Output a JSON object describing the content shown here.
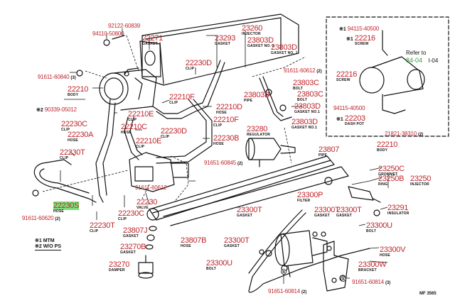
{
  "diagram": {
    "title": "Fuel Injection / Throttle Body Parts Diagram",
    "code": "MF 3565",
    "legend": {
      "note1": "※1 MTM",
      "note2": "※2 W/O PS"
    },
    "inset": {
      "refer_to_label": "Refer to",
      "refer_link": "84-04",
      "refer_suffix": "I-04"
    },
    "parts": [
      {
        "id": "p_92122_60839",
        "number": "92122-60839",
        "name": "",
        "qty": ""
      },
      {
        "id": "p_94110_50800",
        "number": "94110-50800",
        "name": "",
        "qty": ""
      },
      {
        "id": "p_22271",
        "number": "22271",
        "name": "GASKET",
        "qty": ""
      },
      {
        "id": "p_23293",
        "number": "23293",
        "name": "GASKET",
        "qty": ""
      },
      {
        "id": "p_23260",
        "number": "23260",
        "name": "INJECTOR",
        "qty": ""
      },
      {
        "id": "p_23803D_a",
        "number": "23803D",
        "name": "GASKET No. 2",
        "qty": ""
      },
      {
        "id": "p_23803D_b",
        "number": "23803D",
        "name": "GASKET No. 1",
        "qty": ""
      },
      {
        "id": "p_91611_60840",
        "number": "91611-60840",
        "name": "",
        "qty": "(3)"
      },
      {
        "id": "p_22230D_a",
        "number": "22230D",
        "name": "CLIP",
        "qty": ""
      },
      {
        "id": "p_91611_60612_a",
        "number": "91611-60612",
        "name": "",
        "qty": "(2)"
      },
      {
        "id": "p_22210",
        "number": "22210",
        "name": "BODY",
        "qty": ""
      },
      {
        "id": "p_22210F_a",
        "number": "22210F",
        "name": "CLIP",
        "qty": ""
      },
      {
        "id": "p_23803C_a",
        "number": "23803C",
        "name": "BOLT",
        "qty": ""
      },
      {
        "id": "p_23803B",
        "number": "23803B",
        "name": "PIPE",
        "qty": ""
      },
      {
        "id": "p_23803C_b",
        "number": "23803C",
        "name": "BOLT",
        "qty": ""
      },
      {
        "id": "p_90339_05012",
        "number": "90339-05012",
        "name": "",
        "qty": "",
        "mark": "※2"
      },
      {
        "id": "p_22210D",
        "number": "22210D",
        "name": "HOSE",
        "qty": ""
      },
      {
        "id": "p_23803D_c",
        "number": "23803D",
        "name": "GASKET No.1",
        "qty": ""
      },
      {
        "id": "p_22210E_a",
        "number": "22210E",
        "name": "CLIP",
        "qty": ""
      },
      {
        "id": "p_22230C_a",
        "number": "22230C",
        "name": "CLIP",
        "qty": ""
      },
      {
        "id": "p_22210C",
        "number": "22210C",
        "name": "HOSE",
        "qty": ""
      },
      {
        "id": "p_22210F_b",
        "number": "22210F",
        "name": "CLIP",
        "qty": ""
      },
      {
        "id": "p_23803D_d",
        "number": "23803D",
        "name": "GASKET No.1",
        "qty": ""
      },
      {
        "id": "p_22230A",
        "number": "22230A",
        "name": "HOSE",
        "qty": ""
      },
      {
        "id": "p_23280",
        "number": "23280",
        "name": "REGULATOR",
        "qty": ""
      },
      {
        "id": "p_22230D_b",
        "number": "22230D",
        "name": "CLIP",
        "qty": ""
      },
      {
        "id": "p_22230B",
        "number": "22230B",
        "name": "HOSE",
        "qty": ""
      },
      {
        "id": "p_22210E_b",
        "number": "22210E",
        "name": "CLIP",
        "qty": ""
      },
      {
        "id": "p_22230T_a",
        "number": "22230T",
        "name": "CLIP",
        "qty": ""
      },
      {
        "id": "p_91651_60845",
        "number": "91651-60845",
        "name": "",
        "qty": "(2)"
      },
      {
        "id": "p_22210_b",
        "number": "22210",
        "name": "BODY",
        "qty": ""
      },
      {
        "id": "p_23807",
        "number": "23807",
        "name": "PIPE",
        "qty": ""
      },
      {
        "id": "p_23250C",
        "number": "23250C",
        "name": "GROMMET",
        "qty": ""
      },
      {
        "id": "p_23250B",
        "number": "23250B",
        "name": "RING",
        "qty": ""
      },
      {
        "id": "p_23250",
        "number": "23250",
        "name": "INJECTOR",
        "qty": ""
      },
      {
        "id": "p_91611_60612_b",
        "number": "91611-60612",
        "name": "",
        "qty": ""
      },
      {
        "id": "p_22230S",
        "number": "22230S",
        "name": "HOSE",
        "qty": "",
        "highlighted": true
      },
      {
        "id": "p_22230",
        "number": "22230",
        "name": "VALVE",
        "qty": ""
      },
      {
        "id": "p_23300P",
        "number": "23300P",
        "name": "FILTER",
        "qty": ""
      },
      {
        "id": "p_91611_60620",
        "number": "91611-60620",
        "name": "",
        "qty": "(2)"
      },
      {
        "id": "p_22230C_b",
        "number": "22230C",
        "name": "CLIP",
        "qty": ""
      },
      {
        "id": "p_23300T_a",
        "number": "23300T",
        "name": "GASKET",
        "qty": ""
      },
      {
        "id": "p_23300T_b",
        "number": "23300T",
        "name": "GASKET",
        "qty": ""
      },
      {
        "id": "p_23300T_c",
        "number": "23300T",
        "name": "GASKET",
        "qty": ""
      },
      {
        "id": "p_23291",
        "number": "23291",
        "name": "INSULATOR",
        "qty": ""
      },
      {
        "id": "p_22230T_b",
        "number": "22230T",
        "name": "CLIP",
        "qty": ""
      },
      {
        "id": "p_23807J",
        "number": "23807J",
        "name": "GASKET",
        "qty": ""
      },
      {
        "id": "p_23300U_a",
        "number": "23300U",
        "name": "BOLT",
        "qty": ""
      },
      {
        "id": "p_23807B",
        "number": "23807B",
        "name": "HOSE",
        "qty": ""
      },
      {
        "id": "p_23270B",
        "number": "23270B",
        "name": "GASKET",
        "qty": ""
      },
      {
        "id": "p_23300T_d",
        "number": "23300T",
        "name": "GASKET",
        "qty": ""
      },
      {
        "id": "p_23300V",
        "number": "23300V",
        "name": "HOSE",
        "qty": ""
      },
      {
        "id": "p_23270",
        "number": "23270",
        "name": "DAMPER",
        "qty": ""
      },
      {
        "id": "p_23300U_b",
        "number": "23300U",
        "name": "BOLT",
        "qty": ""
      },
      {
        "id": "p_23300W",
        "number": "23300W",
        "name": "BRACKET",
        "qty": ""
      },
      {
        "id": "p_91651_60814_a",
        "number": "91651-60814",
        "name": "",
        "qty": "(2)"
      },
      {
        "id": "p_91651_60814_b",
        "number": "91651-60814",
        "name": "",
        "qty": "(3)"
      },
      {
        "id": "i_94115_40500_a",
        "number": "94115-40500",
        "name": "",
        "qty": "",
        "mark": "※1"
      },
      {
        "id": "i_22216_a",
        "number": "22216",
        "name": "SCREW",
        "qty": "",
        "mark": "※1"
      },
      {
        "id": "i_22216_b",
        "number": "22216",
        "name": "SCREW",
        "qty": ""
      },
      {
        "id": "i_94115_40500_b",
        "number": "94115-40500",
        "name": "",
        "qty": ""
      },
      {
        "id": "i_22203",
        "number": "22203",
        "name": "DASH POT",
        "qty": "",
        "mark": "※1"
      },
      {
        "id": "i_21821_38310",
        "number": "21821-38310",
        "name": "",
        "qty": "(2)"
      }
    ]
  }
}
